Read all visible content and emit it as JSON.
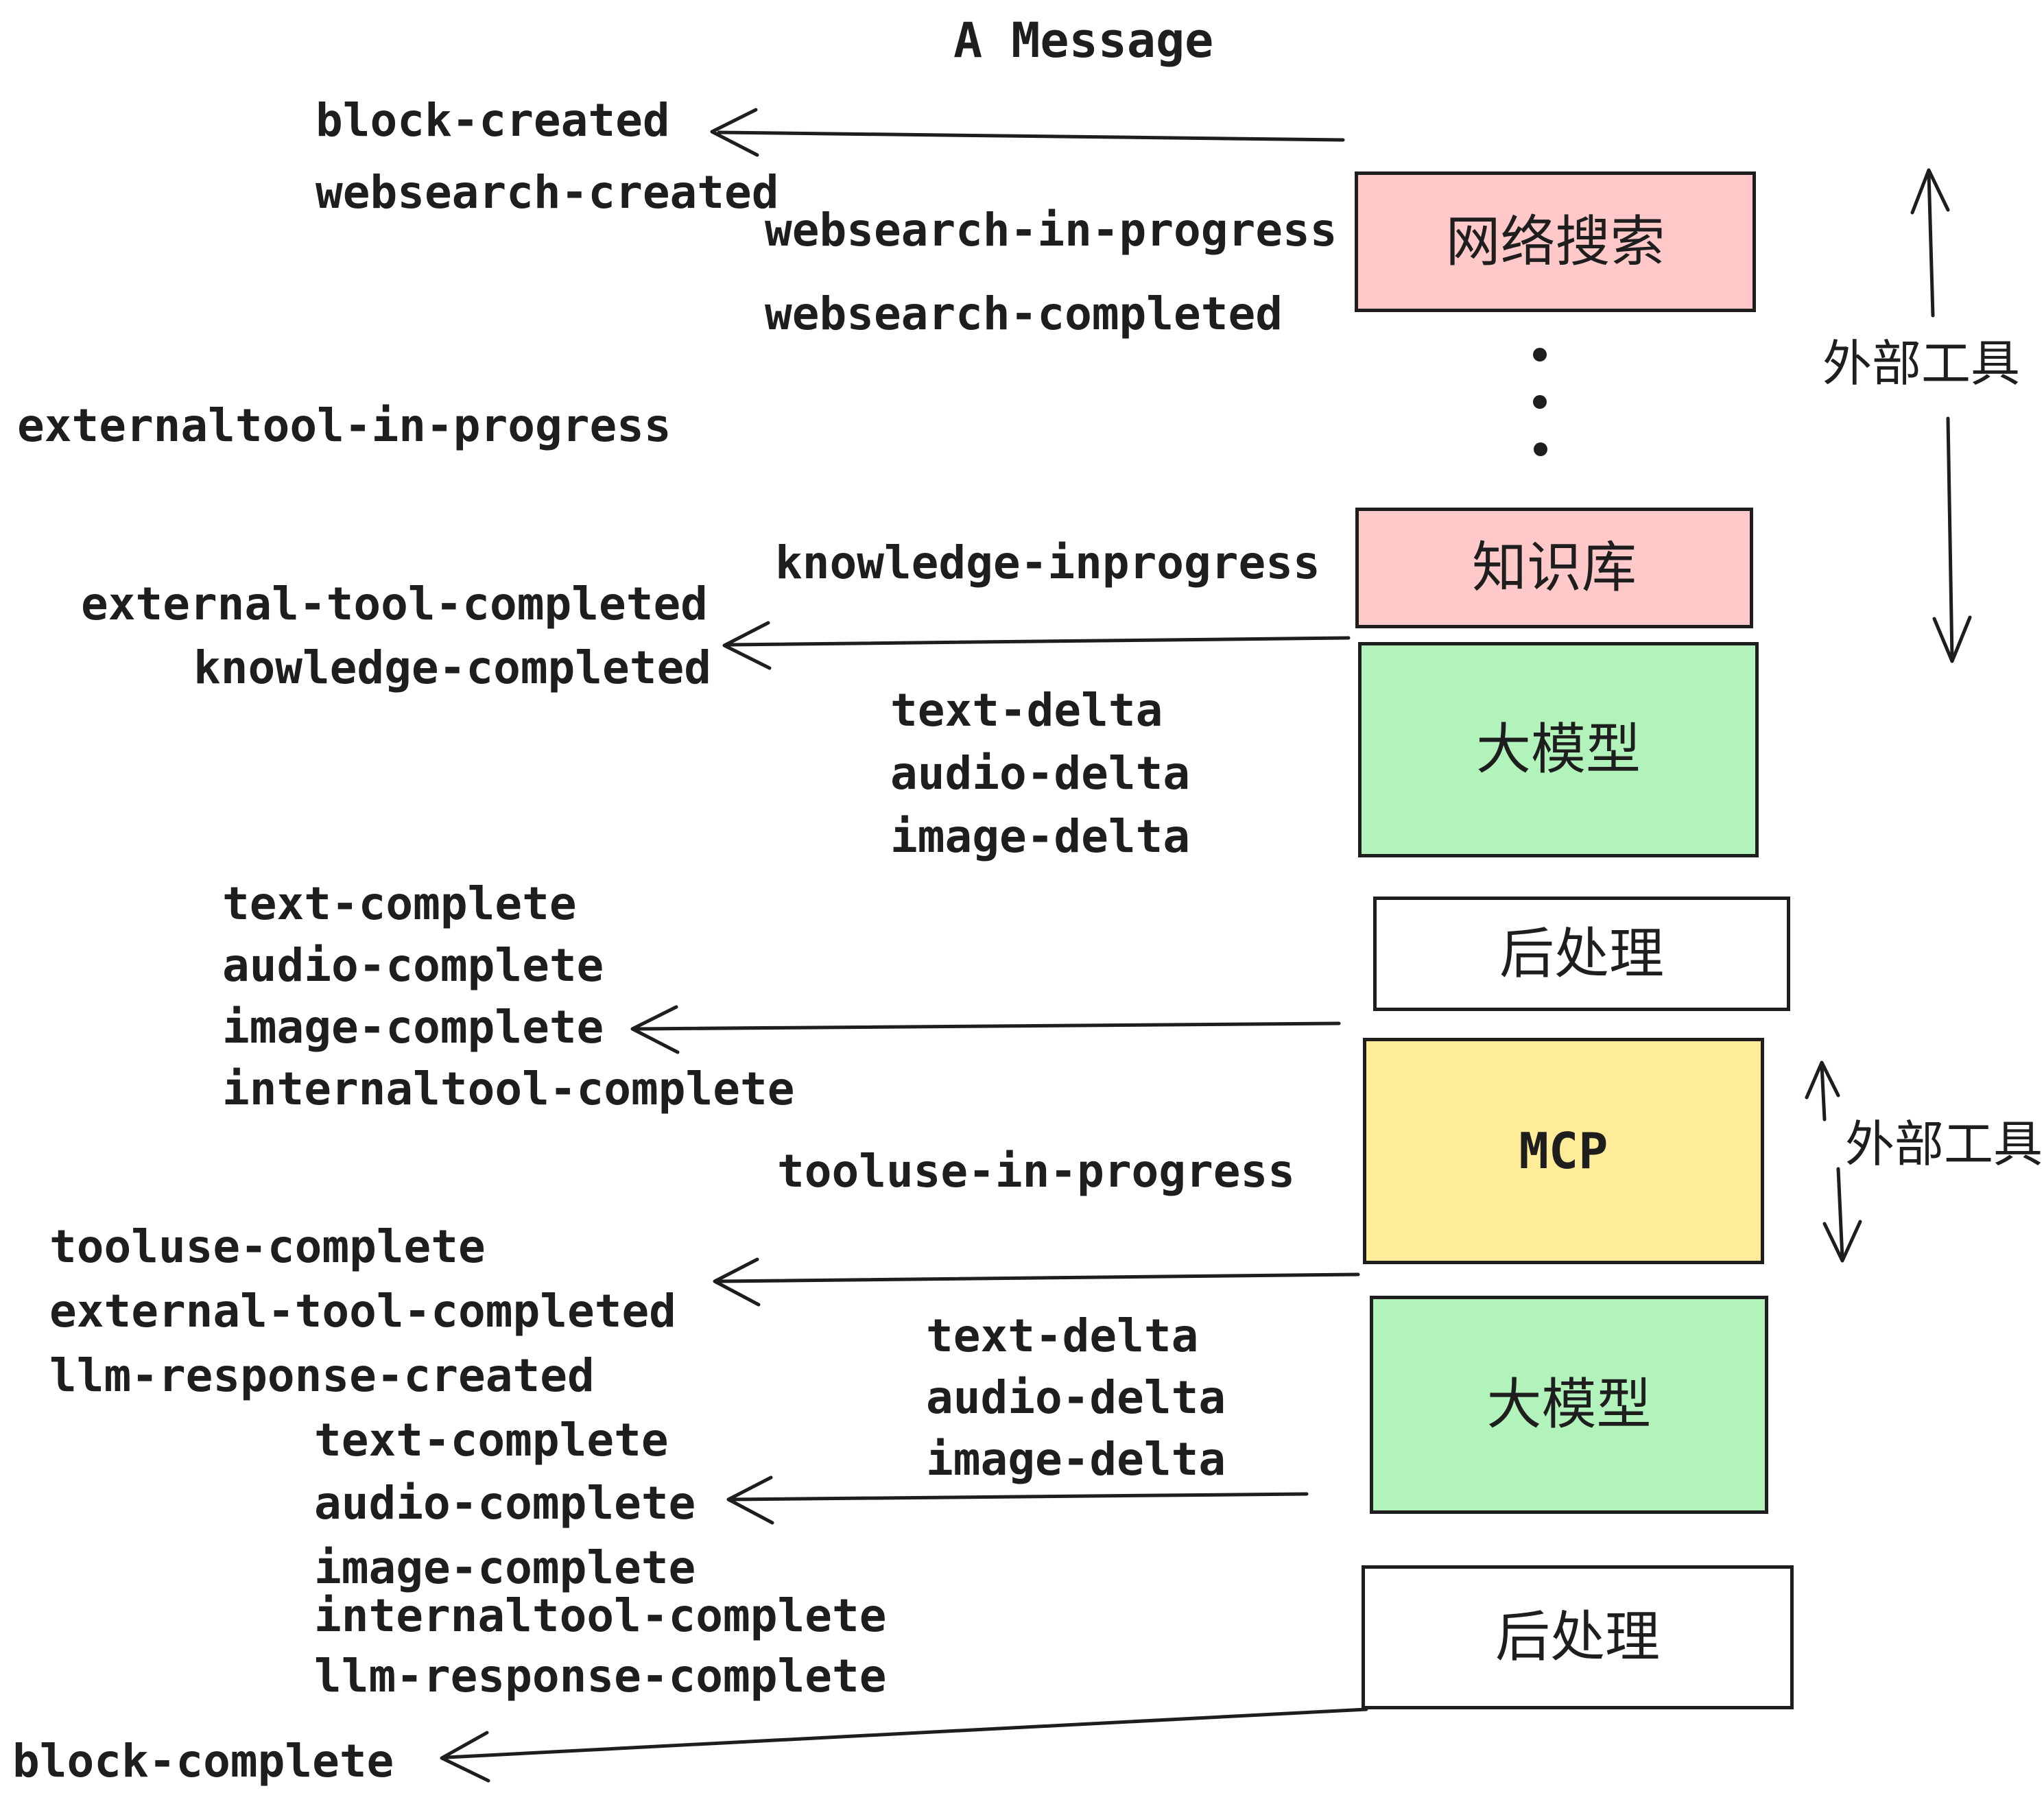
{
  "title": "A Message",
  "colors": {
    "pink": "#FFC9C9",
    "green": "#B2F2BB",
    "yellow": "#FFEC99",
    "white": "#FFFFFF",
    "ink": "#1e1e1e"
  },
  "nodes": {
    "websearch": {
      "label": "网络搜索",
      "fill": "pink"
    },
    "knowledge": {
      "label": "知识库",
      "fill": "pink"
    },
    "llm1": {
      "label": "大模型",
      "fill": "green"
    },
    "post1": {
      "label": "后处理",
      "fill": "white"
    },
    "mcp": {
      "label": "MCP",
      "fill": "yellow"
    },
    "llm2": {
      "label": "大模型",
      "fill": "green"
    },
    "post2": {
      "label": "后处理",
      "fill": "white"
    }
  },
  "annotations": {
    "external_tools_top": "外部工具",
    "external_tools_mid": "外部工具"
  },
  "events": {
    "block_created": "block-created",
    "websearch_created": "websearch-created",
    "websearch_in_progress": "websearch-in-progress",
    "websearch_completed": "websearch-completed",
    "externaltool_in_progress": "externaltool-in-progress",
    "knowledge_inprogress": "knowledge-inprogress",
    "external_tool_completed": "external-tool-completed",
    "knowledge_completed": "knowledge-completed",
    "text_delta": "text-delta",
    "audio_delta": "audio-delta",
    "image_delta": "image-delta",
    "text_complete": "text-complete",
    "audio_complete": "audio-complete",
    "image_complete": "image-complete",
    "internaltool_complete": "internaltool-complete",
    "tooluse_in_progress": "tooluse-in-progress",
    "tooluse_complete": "tooluse-complete",
    "llm_response_created": "llm-response-created",
    "llm_response_complete": "llm-response-complete",
    "block_complete": "block-complete"
  }
}
